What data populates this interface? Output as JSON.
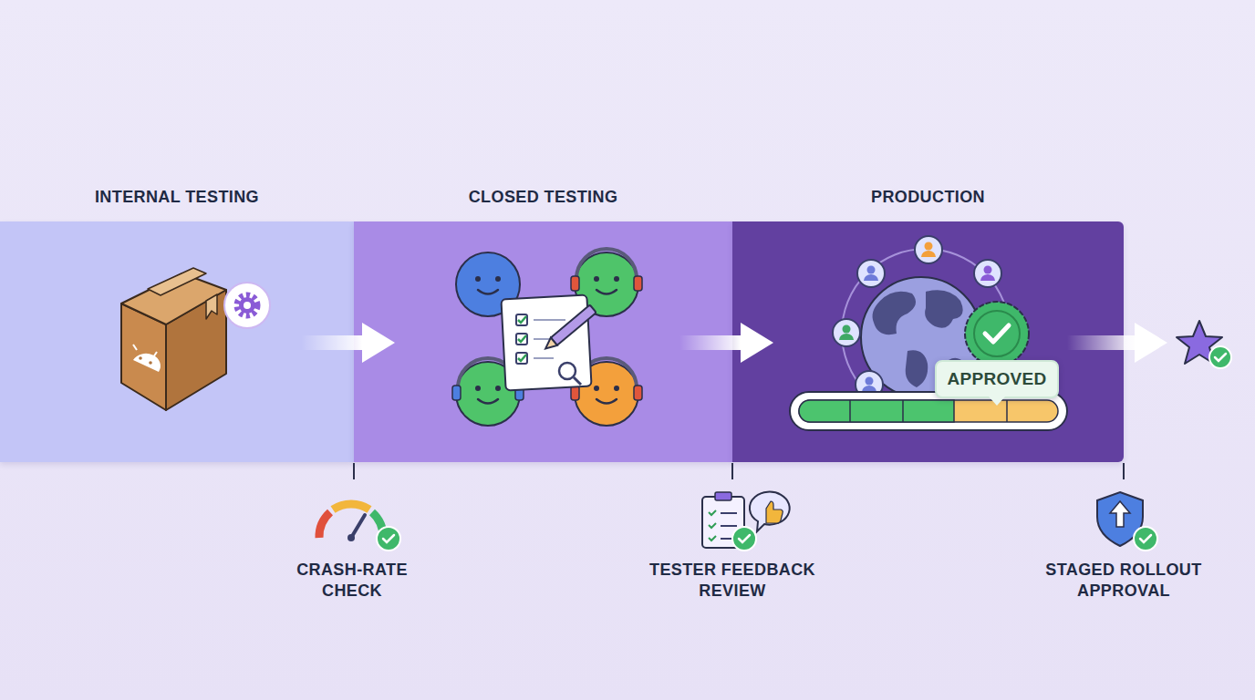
{
  "diagram": {
    "nodes": [
      {
        "text": [
          "INTERNAL TESTING"
        ]
      },
      {
        "text": [
          "CLOSED TESTING"
        ]
      },
      {
        "text": [
          "PRODUCTION"
        ]
      },
      {
        "text": [
          "APPROVED"
        ],
        "in": 2
      }
    ],
    "edges": [
      {
        "from": 0,
        "to": 1,
        "arrow": "to"
      },
      {
        "from": 1,
        "to": 2,
        "arrow": "to"
      }
    ],
    "labels": [
      "CRASH-RATE CHECK",
      "TESTER FEEDBACK REVIEW",
      "STAGED ROLLOUT APPROVAL"
    ]
  }
}
